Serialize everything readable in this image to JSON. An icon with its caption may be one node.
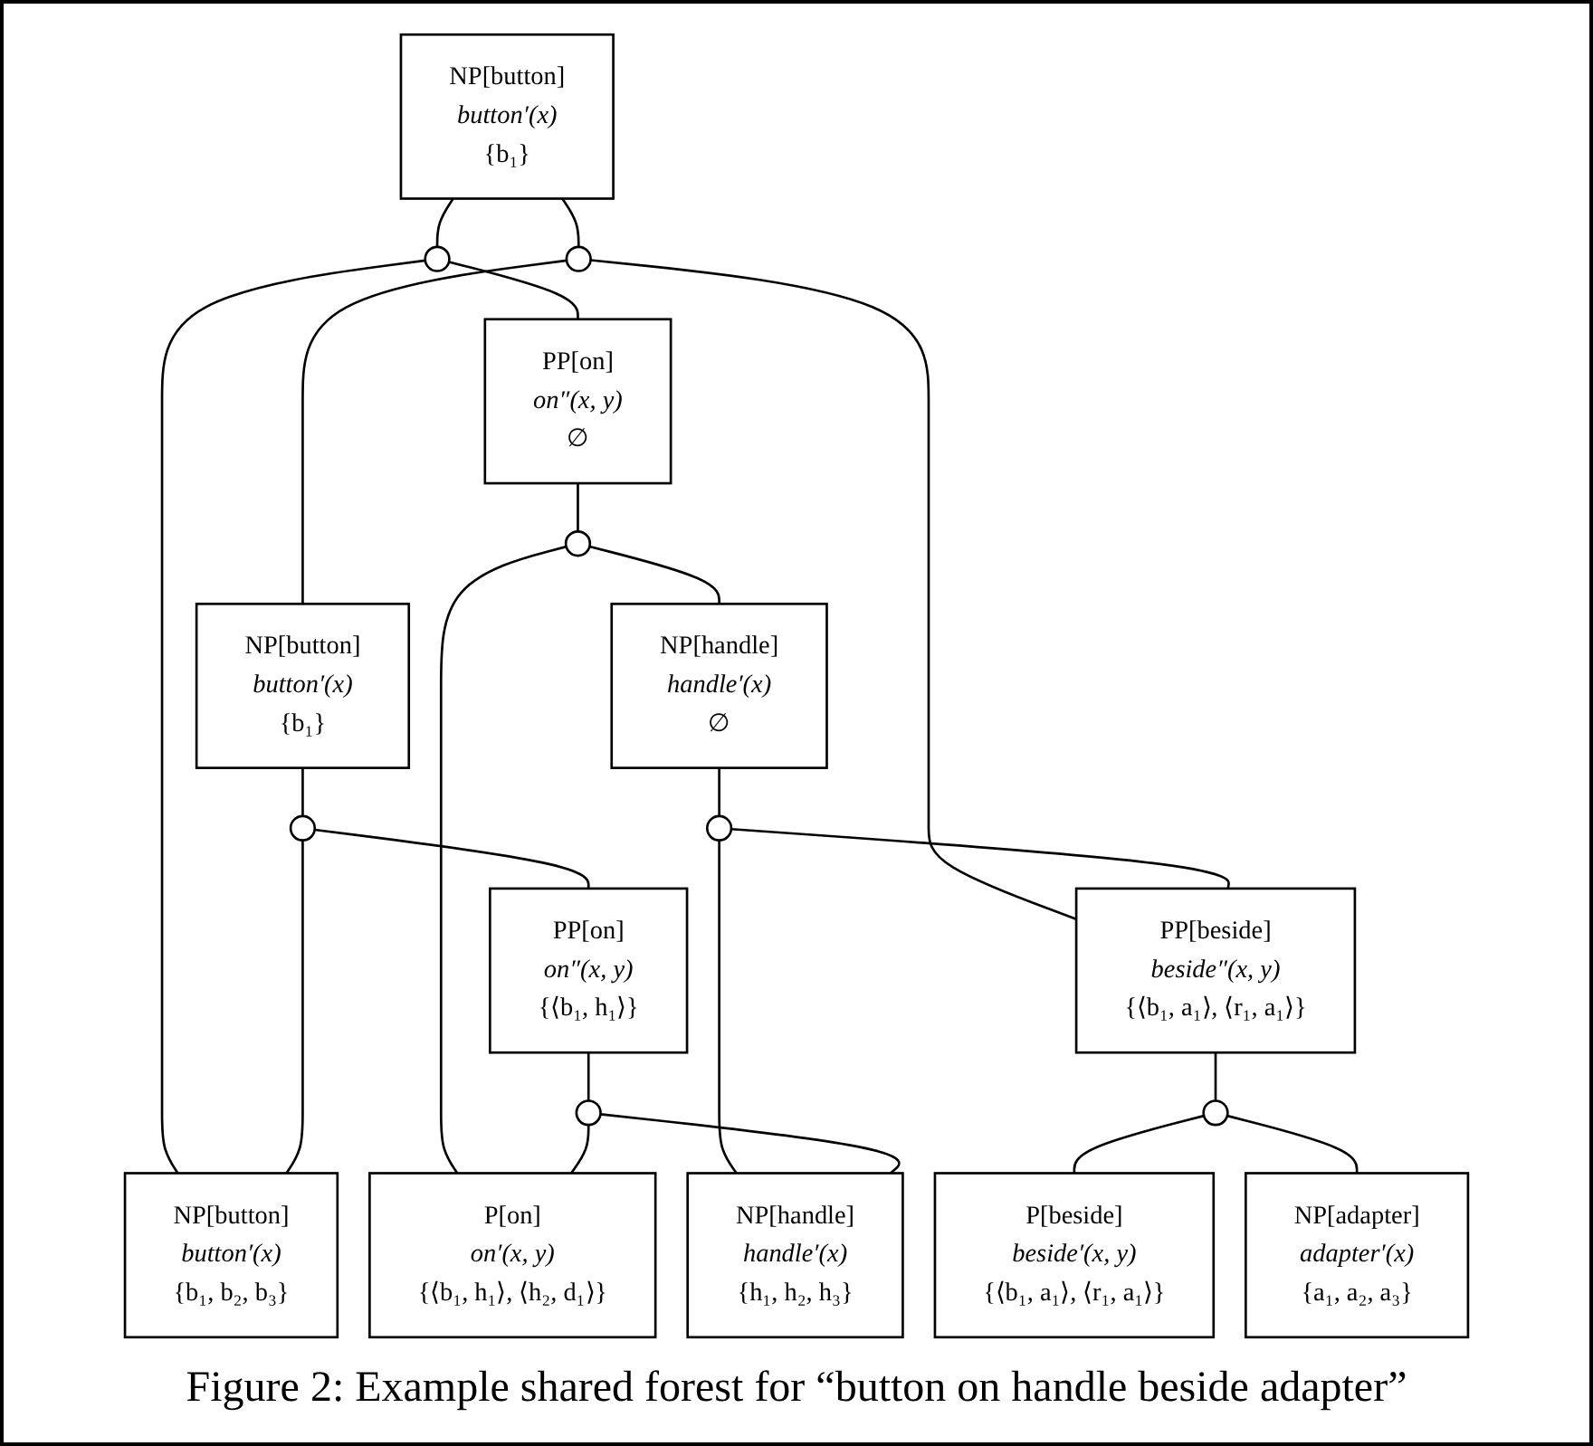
{
  "diagram": {
    "caption": "Figure 2: Example shared forest for “button on handle beside adapter”",
    "nodes": [
      {
        "text": [
          "NP[button]",
          "button′(x)",
          "{b₁}"
        ]
      },
      {
        "text": [],
        "shape": "circle"
      },
      {
        "text": [],
        "shape": "circle"
      },
      {
        "text": [
          "PP[on]",
          "on″(x, y)",
          "∅"
        ]
      },
      {
        "text": [],
        "shape": "circle"
      },
      {
        "text": [
          "NP[button]",
          "button′(x)",
          "{b₁}"
        ]
      },
      {
        "text": [
          "NP[handle]",
          "handle′(x)",
          "∅"
        ]
      },
      {
        "text": [],
        "shape": "circle"
      },
      {
        "text": [],
        "shape": "circle"
      },
      {
        "text": [
          "PP[on]",
          "on″(x, y)",
          "{⟨b₁, h₁⟩}"
        ]
      },
      {
        "text": [
          "PP[beside]",
          "beside″(x, y)",
          "{⟨b₁, a₁⟩, ⟨r₁, a₁⟩}"
        ]
      },
      {
        "text": [],
        "shape": "circle"
      },
      {
        "text": [],
        "shape": "circle"
      },
      {
        "text": [
          "NP[button]",
          "button′(x)",
          "{b₁, b₂, b₃}"
        ]
      },
      {
        "text": [
          "P[on]",
          "on′(x, y)",
          "{⟨b₁, h₁⟩, ⟨h₂, d₁⟩}"
        ]
      },
      {
        "text": [
          "NP[handle]",
          "handle′(x)",
          "{h₁, h₂, h₃}"
        ]
      },
      {
        "text": [
          "P[beside]",
          "beside′(x, y)",
          "{⟨b₁, a₁⟩, ⟨r₁, a₁⟩}"
        ]
      },
      {
        "text": [
          "NP[adapter]",
          "adapter′(x)",
          "{a₁, a₂, a₃}"
        ]
      }
    ],
    "edges": [
      {
        "from": 0,
        "to": 1,
        "arrow": "none"
      },
      {
        "from": 0,
        "to": 2,
        "arrow": "none"
      },
      {
        "from": 1,
        "to": 13,
        "arrow": "none"
      },
      {
        "from": 1,
        "to": 3,
        "arrow": "none"
      },
      {
        "from": 2,
        "to": 5,
        "arrow": "none"
      },
      {
        "from": 2,
        "to": 10,
        "arrow": "none"
      },
      {
        "from": 3,
        "to": 4,
        "arrow": "none"
      },
      {
        "from": 4,
        "to": 14,
        "arrow": "none"
      },
      {
        "from": 4,
        "to": 6,
        "arrow": "none"
      },
      {
        "from": 5,
        "to": 7,
        "arrow": "none"
      },
      {
        "from": 7,
        "to": 13,
        "arrow": "none"
      },
      {
        "from": 7,
        "to": 9,
        "arrow": "none"
      },
      {
        "from": 6,
        "to": 8,
        "arrow": "none"
      },
      {
        "from": 8,
        "to": 15,
        "arrow": "none"
      },
      {
        "from": 8,
        "to": 10,
        "arrow": "none"
      },
      {
        "from": 9,
        "to": 11,
        "arrow": "none"
      },
      {
        "from": 11,
        "to": 14,
        "arrow": "none"
      },
      {
        "from": 11,
        "to": 15,
        "arrow": "none"
      },
      {
        "from": 10,
        "to": 12,
        "arrow": "none"
      },
      {
        "from": 12,
        "to": 16,
        "arrow": "none"
      },
      {
        "from": 12,
        "to": 17,
        "arrow": "none"
      }
    ]
  }
}
